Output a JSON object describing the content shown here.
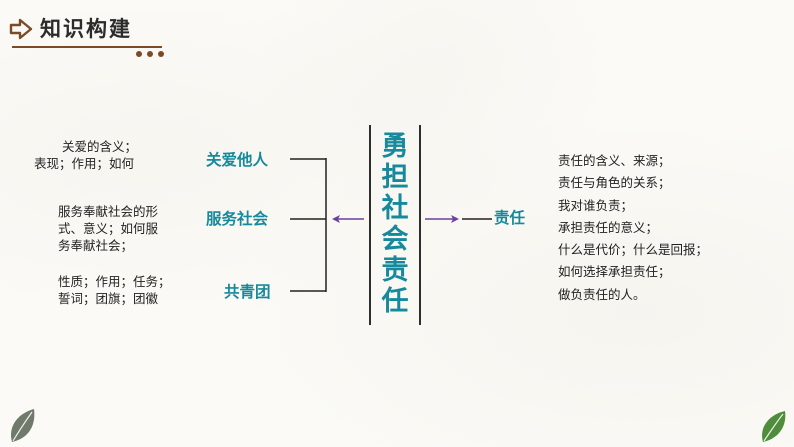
{
  "header": {
    "title": "知识构建"
  },
  "center": {
    "text": "勇担社会责任"
  },
  "left": {
    "branches": [
      {
        "label": "关爱他人"
      },
      {
        "label": "服务社会"
      },
      {
        "label": "共青团"
      }
    ],
    "notes": [
      [
        "关爱的含义；",
        "表现；作用；如何"
      ],
      [
        "服务奉献社会的形",
        "式、意义；如何服",
        "务奉献社会；"
      ],
      [
        "性质；作用；任务；",
        "誓词；团旗；团徽"
      ]
    ]
  },
  "right": {
    "label": "责任",
    "items": [
      "责任的含义、来源；",
      "责任与角色的关系；",
      "我对谁负责；",
      "承担责任的意义；",
      "什么是代价；什么是回报；",
      "如何选择承担责任；",
      "做负责任的人。"
    ]
  },
  "colors": {
    "accent": "#168a9c",
    "brown": "#7b4a26",
    "arrow": "#6b3fa0",
    "leaf": "#4f8c3c"
  }
}
